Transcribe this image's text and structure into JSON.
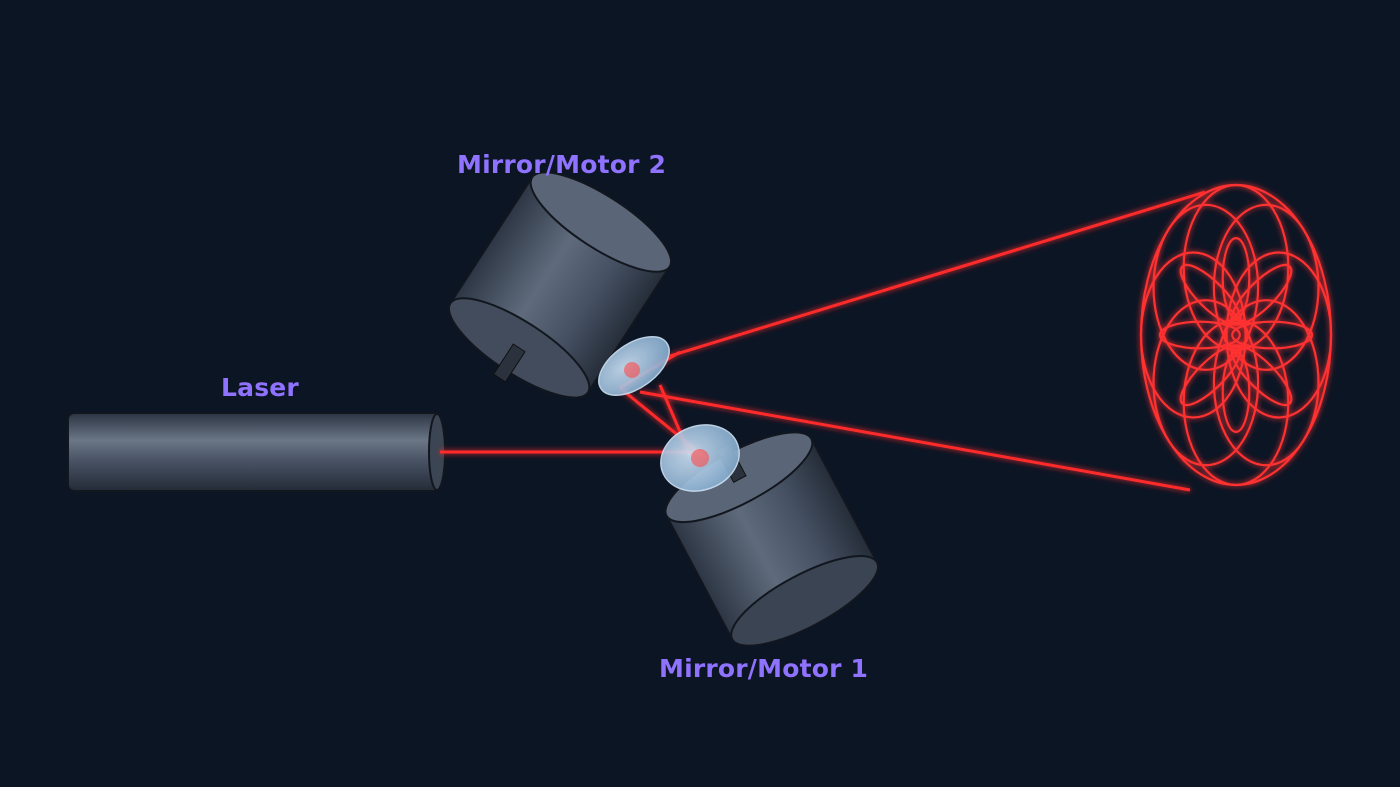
{
  "labels": {
    "laser": "Laser",
    "mirror_motor_2": "Mirror/Motor 2",
    "mirror_motor_1": "Mirror/Motor 1"
  },
  "colors": {
    "background": "#0c1524",
    "label": "#8f72ff",
    "beam": "#ff2a2a",
    "housing": "#4a5466",
    "mirror": "#9fc4e6"
  },
  "pattern": {
    "type": "rosette",
    "loops": 8
  }
}
